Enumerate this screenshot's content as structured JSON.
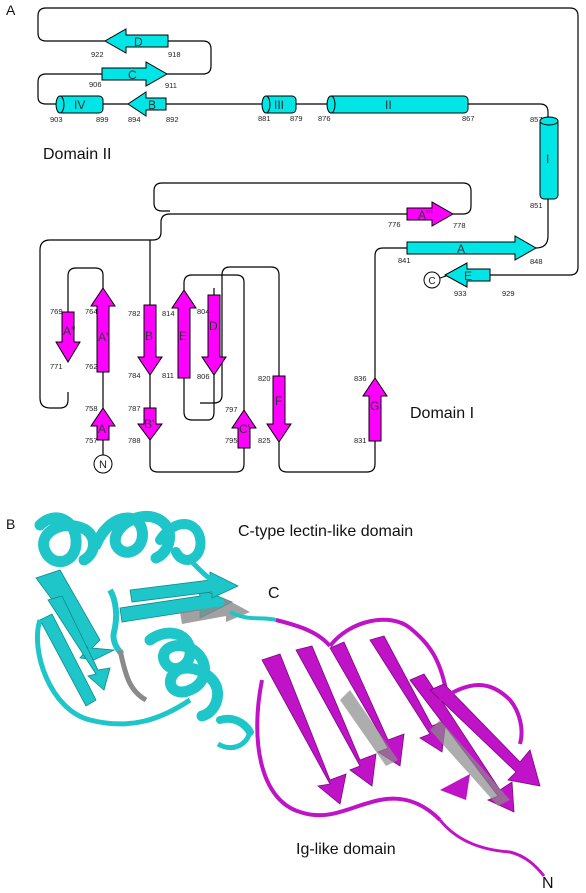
{
  "panel_a": {
    "label": "A",
    "domain_ii_label": "Domain II",
    "domain_i_label": "Domain I",
    "terminus_n": "N",
    "terminus_c": "C",
    "strand_labels": {
      "D2": "D",
      "C2": "C",
      "B2": "B",
      "A2": "A",
      "E2": "E",
      "A3": "A'''",
      "Ap": "A''",
      "A1": "A'",
      "A0": "A",
      "B1": "B",
      "Bp": "B'",
      "E1": "E",
      "D1": "D",
      "C1": "C'",
      "F1": "F",
      "G1": "G"
    },
    "helix_labels": {
      "IV": "IV",
      "III": "III",
      "II": "II",
      "I": "I"
    },
    "residues": {
      "r922": "922",
      "r918": "918",
      "r906": "906",
      "r911": "911",
      "r903": "903",
      "r899": "899",
      "r894": "894",
      "r892": "892",
      "r881": "881",
      "r879": "879",
      "r876": "876",
      "r867": "867",
      "r857": "857",
      "r851": "851",
      "r776": "776",
      "r778": "778",
      "r841": "841",
      "r848": "848",
      "r933": "933",
      "r929": "929",
      "r769": "769",
      "r771": "771",
      "r764": "764",
      "r762": "762",
      "r782": "782",
      "r784": "784",
      "r814": "814",
      "r811": "811",
      "r804": "804",
      "r806": "806",
      "r758": "758",
      "r757": "757",
      "r787": "787",
      "r788": "788",
      "r797": "797",
      "r795": "795",
      "r820": "820",
      "r825": "825",
      "r836": "836",
      "r831": "831"
    },
    "colors": {
      "domain_ii": "#00e5e5",
      "domain_i": "#ff00ff",
      "line": "#000000"
    }
  },
  "panel_b": {
    "label": "B",
    "ctld_label": "C-type lectin-like domain",
    "ig_label": "Ig-like domain",
    "terminus_c": "C",
    "terminus_n": "N",
    "colors": {
      "ctld": "#1fc6c9",
      "ig": "#c012c6",
      "shade": "#8a8a8a"
    }
  }
}
